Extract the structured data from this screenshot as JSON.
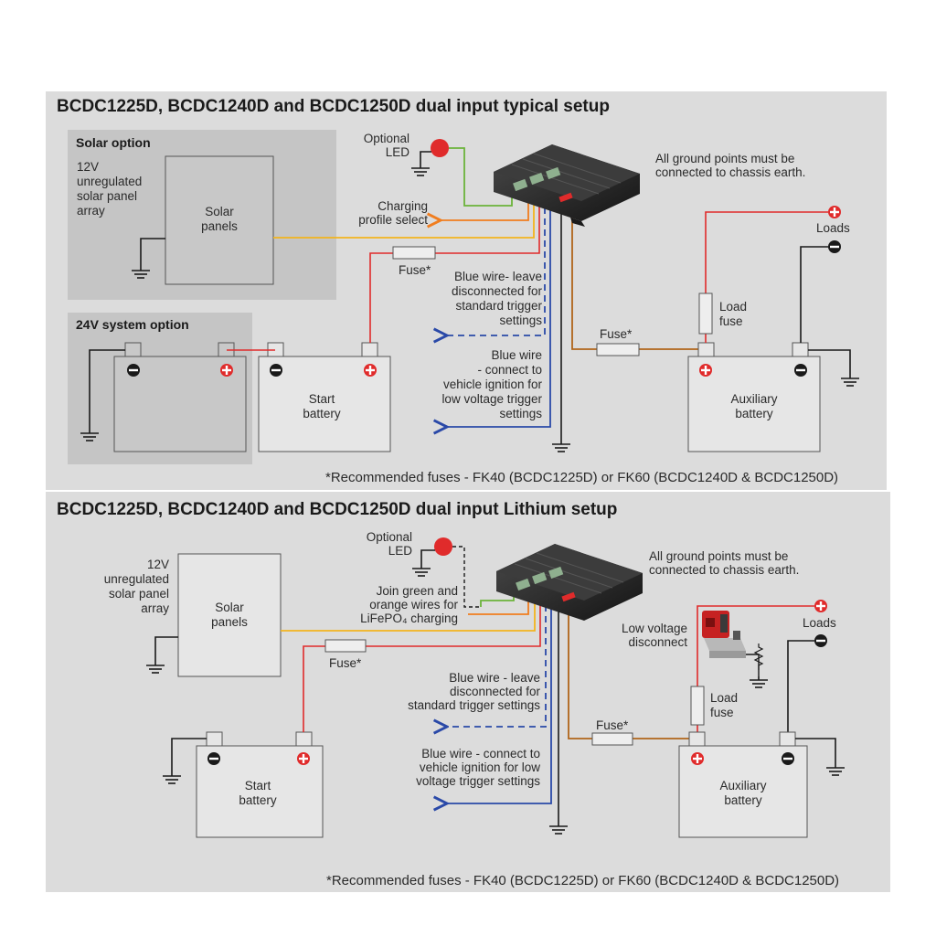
{
  "colors": {
    "panel_bg": "#dcdcdc",
    "option_bg": "#c5c5c5",
    "red_wire": "#e02b2b",
    "yellow_wire": "#f2b41e",
    "green_wire": "#6bb33a",
    "orange_wire": "#f07d1e",
    "blue_wire": "#2a49a8",
    "brown_wire": "#b0651a",
    "black_wire": "#1a1a1a"
  },
  "typical": {
    "title": "BCDC1225D, BCDC1240D and BCDC1250D dual input typical setup",
    "solar_option": {
      "label": "Solar option",
      "desc": [
        "12V",
        "unregulated",
        "solar panel",
        "array"
      ],
      "panel": [
        "Solar",
        "panels"
      ]
    },
    "system24": {
      "label": "24V system option"
    },
    "optional_led": [
      "Optional",
      "LED"
    ],
    "charging_profile": [
      "Charging",
      "profile select"
    ],
    "ground_note": [
      "All ground points must be",
      "connected to chassis earth."
    ],
    "fuse": "Fuse*",
    "fuse_aux": "Fuse*",
    "blue_leave": [
      "Blue wire- leave",
      "disconnected for",
      "standard trigger",
      "settings"
    ],
    "blue_connect": [
      "Blue wire",
      "- connect to",
      "vehicle ignition for",
      "low voltage trigger",
      "settings"
    ],
    "load_fuse": [
      "Load",
      "fuse"
    ],
    "loads": "Loads",
    "start_battery": [
      "Start",
      "battery"
    ],
    "aux_battery": [
      "Auxiliary",
      "battery"
    ],
    "recommended": "*Recommended fuses - FK40 (BCDC1225D) or FK60 (BCDC1240D & BCDC1250D)"
  },
  "lithium": {
    "title": "BCDC1225D, BCDC1240D and BCDC1250D dual input Lithium setup",
    "solar_desc": [
      "12V",
      "unregulated",
      "solar panel",
      "array"
    ],
    "solar_panel": [
      "Solar",
      "panels"
    ],
    "optional_led": [
      "Optional",
      "LED"
    ],
    "join_wires": [
      "Join green and",
      "orange wires for",
      "LiFePO₄ charging"
    ],
    "ground_note": [
      "All ground points must be",
      "connected to chassis earth."
    ],
    "low_voltage": [
      "Low voltage",
      "disconnect"
    ],
    "fuse": "Fuse*",
    "fuse_aux": "Fuse*",
    "blue_leave": [
      "Blue wire - leave",
      "disconnected for",
      "standard trigger settings"
    ],
    "blue_connect": [
      "Blue wire - connect to",
      "vehicle ignition for low",
      "voltage trigger settings"
    ],
    "load_fuse": [
      "Load",
      "fuse"
    ],
    "loads": "Loads",
    "start_battery": [
      "Start",
      "battery"
    ],
    "aux_battery": [
      "Auxiliary",
      "battery"
    ],
    "recommended": "*Recommended fuses - FK40 (BCDC1225D) or FK60 (BCDC1240D & BCDC1250D)"
  }
}
